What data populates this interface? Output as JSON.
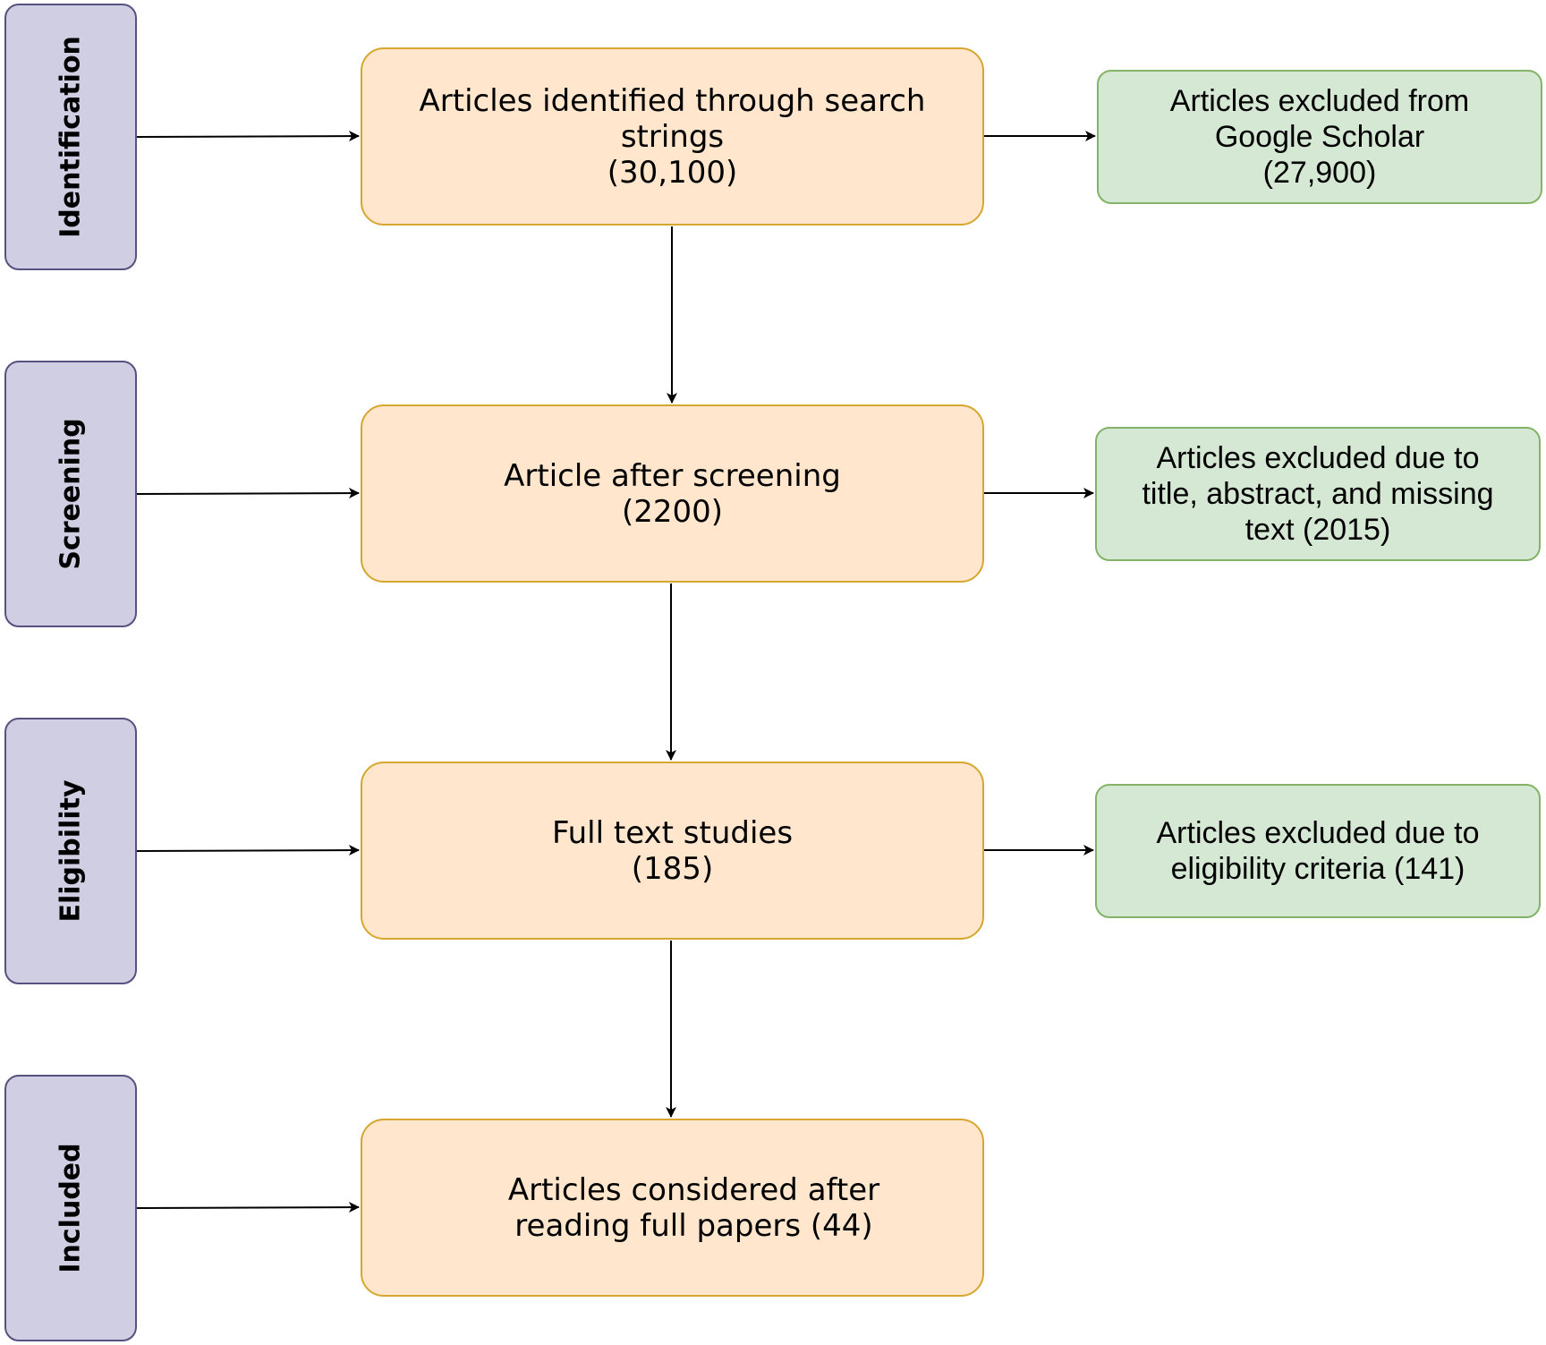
{
  "stages": [
    {
      "id": "identification",
      "label": "Identification"
    },
    {
      "id": "screening",
      "label": "Screening"
    },
    {
      "id": "eligibility",
      "label": "Eligibility"
    },
    {
      "id": "included",
      "label": "Included"
    }
  ],
  "main_boxes": [
    {
      "id": "identified",
      "text": "Articles identified through search\nstrings\n(30,100)"
    },
    {
      "id": "screened",
      "text": "Article after screening\n(2200)"
    },
    {
      "id": "full-text",
      "text": "Full text studies\n(185)"
    },
    {
      "id": "considered",
      "text": "Articles considered after\nreading full papers (44)"
    }
  ],
  "exclusion_boxes": [
    {
      "id": "excluded-google-scholar",
      "text": "Articles excluded from\nGoogle Scholar\n(27,900)"
    },
    {
      "id": "excluded-title-abstract",
      "text": "Articles excluded due to\ntitle, abstract, and missing\ntext (2015)"
    },
    {
      "id": "excluded-eligibility",
      "text": "Articles excluded due to\neligibility criteria (141)"
    }
  ],
  "colors": {
    "stage_fill": "#d0cee2",
    "stage_border": "#56517e",
    "main_fill": "#ffe6cc",
    "main_border": "#d6a72e",
    "exclusion_fill": "#d5e8d4",
    "exclusion_border": "#82b366",
    "arrow": "#000000"
  }
}
